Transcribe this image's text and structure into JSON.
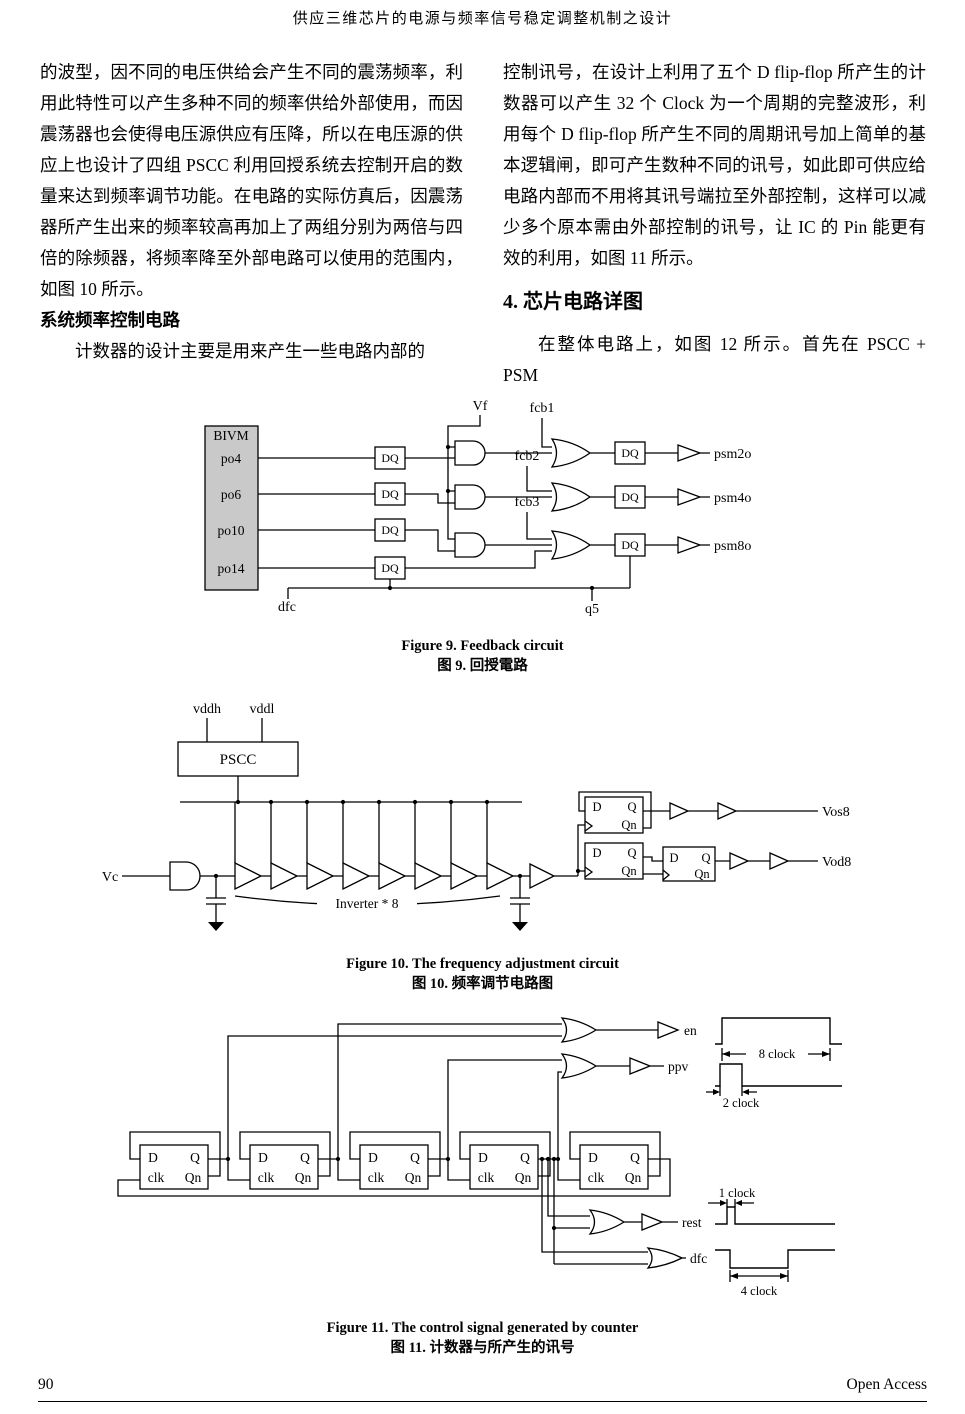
{
  "header": {
    "title": "供应三维芯片的电源与频率信号稳定调整机制之设计"
  },
  "columns": {
    "left": {
      "p1": "的波型，因不同的电压供给会产生不同的震荡频率，利用此特性可以产生多种不同的频率供给外部使用，而因震荡器也会使得电压源供应有压降，所以在电压源的供应上也设计了四组 PSCC 利用回授系统去控制开启的数量来达到频率调节功能。在电路的实际仿真后，因震荡器所产生出来的频率较高再加上了两组分别为两倍与四倍的除频器，将频率降至外部电路可以使用的范围内，如图 10 所示。",
      "h": "系统频率控制电路",
      "p2": "计数器的设计主要是用来产生一些电路内部的"
    },
    "right": {
      "p1": "控制讯号，在设计上利用了五个 D flip-flop 所产生的计数器可以产生 32 个 Clock 为一个周期的完整波形，利用每个 D flip-flop 所产生不同的周期讯号加上简单的基本逻辑闸，即可产生数种不同的讯号，如此即可供应给电路内部而不用将其讯号端拉至外部控制，这样可以减少多个原本需由外部控制的讯号，让 IC 的 Pin 能更有效的利用，如图 11 所示。",
      "h": "4. 芯片电路详图",
      "p2": "在整体电路上，如图 12 所示。首先在 PSCC + PSM"
    }
  },
  "fig9": {
    "vf": "Vf",
    "fcb1": "fcb1",
    "fcb2": "fcb2",
    "fcb3": "fcb3",
    "bivm": "BIVM",
    "po4": "po4",
    "po6": "po6",
    "po10": "po10",
    "po14": "po14",
    "dfc": "dfc",
    "q5": "q5",
    "dq": "DQ",
    "psm2o": "psm2o",
    "psm4o": "psm4o",
    "psm8o": "psm8o",
    "caption_en": "Figure 9. Feedback circuit",
    "caption_zh": "图 9.  回授電路"
  },
  "fig10": {
    "vddh": "vddh",
    "vddl": "vddl",
    "pscc": "PSCC",
    "vc": "Vc",
    "inverter_label": "Inverter * 8",
    "d": "D",
    "q": "Q",
    "qn": "Qn",
    "vos8": "Vos8",
    "vod8": "Vod8",
    "caption_en": "Figure 10. The frequency adjustment circuit",
    "caption_zh": "图 10.  频率调节电路图"
  },
  "fig11": {
    "d": "D",
    "q": "Q",
    "clk": "clk",
    "qn": "Qn",
    "en": "en",
    "ppv": "ppv",
    "rest": "rest",
    "dfc": "dfc",
    "clock8": "8 clock",
    "clock2": "2 clock",
    "clock1": "1 clock",
    "clock4": "4 clock",
    "caption_en": "Figure 11. The control signal generated by counter",
    "caption_zh": "图 11.  计数器与所产生的讯号"
  },
  "footer": {
    "page_number": "90",
    "open_access": "Open Access"
  }
}
